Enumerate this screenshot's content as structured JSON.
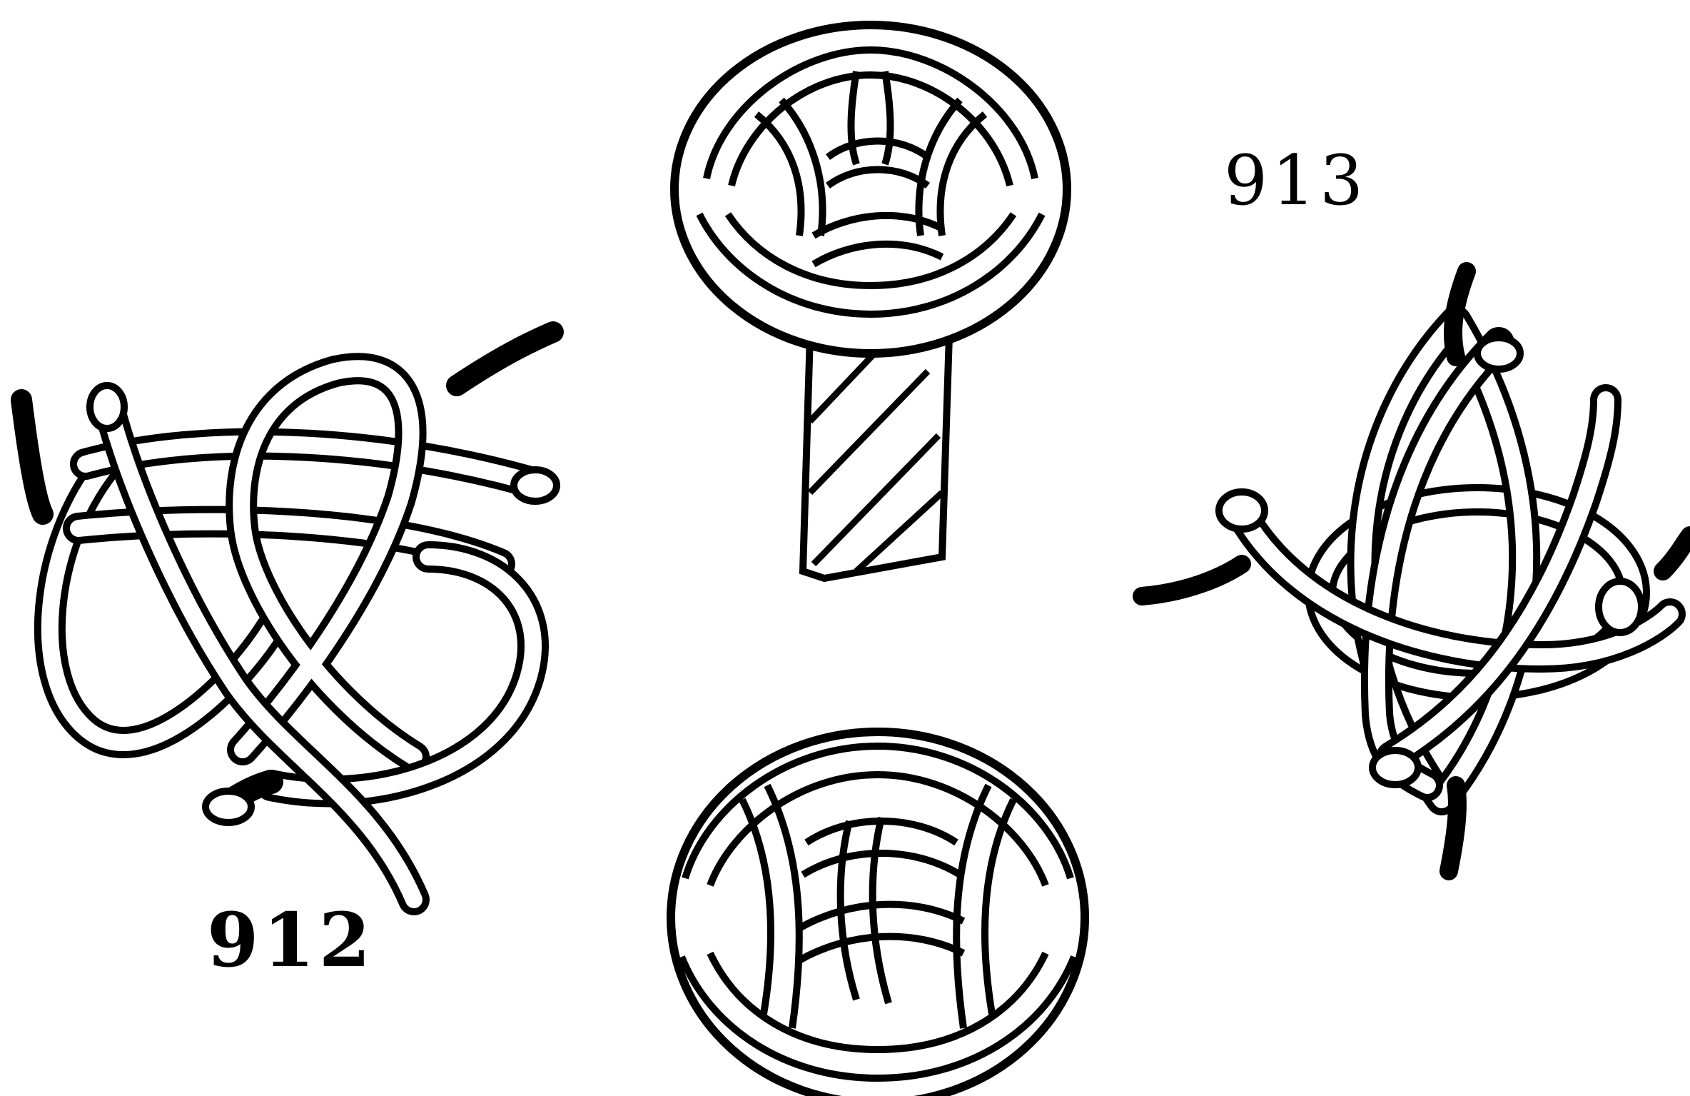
{
  "figures": [
    {
      "id": "912",
      "label": "912",
      "kind": "open-knot-left"
    },
    {
      "id": "913",
      "label": "913",
      "kind": "open-knot-right"
    }
  ],
  "drawings": {
    "top_knot": "knob-knot-on-rope-icon",
    "bottom_knot": "finished-ball-knot-icon"
  },
  "colors": {
    "ink": "#000000",
    "paper": "#ffffff"
  }
}
